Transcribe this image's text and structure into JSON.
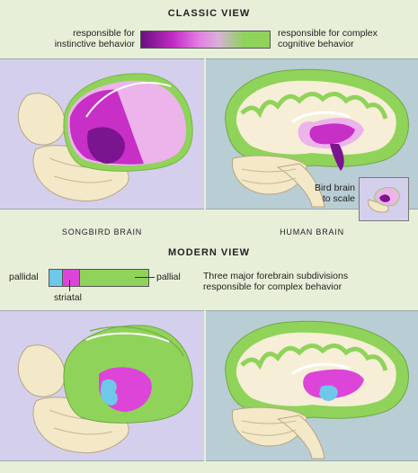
{
  "classic": {
    "title": "CLASSIC VIEW",
    "legend_left": "responsible for\ninstinctive behavior",
    "legend_right": "responsible for complex\ncognitive behavior",
    "inset_label": "Bird brain\nto scale"
  },
  "captions": {
    "songbird": "SONGBIRD BRAIN",
    "human": "HUMAN BRAIN"
  },
  "modern": {
    "title": "MODERN VIEW",
    "pallidal": "pallidal",
    "striatal": "striatal",
    "pallial": "pallial",
    "description": "Three major forebrain subdivisions\nresponsible for complex behavior"
  },
  "colors": {
    "bird_bg": "#d5cfee",
    "human_bg": "#b9cdd4",
    "pallial": "#8fd35b",
    "striatal": "#dd45d8",
    "pallidal": "#6dc8ea",
    "dark_purple": "#7b148f",
    "light_pink": "#ecb4ea",
    "tan": "#f3e8c7"
  }
}
